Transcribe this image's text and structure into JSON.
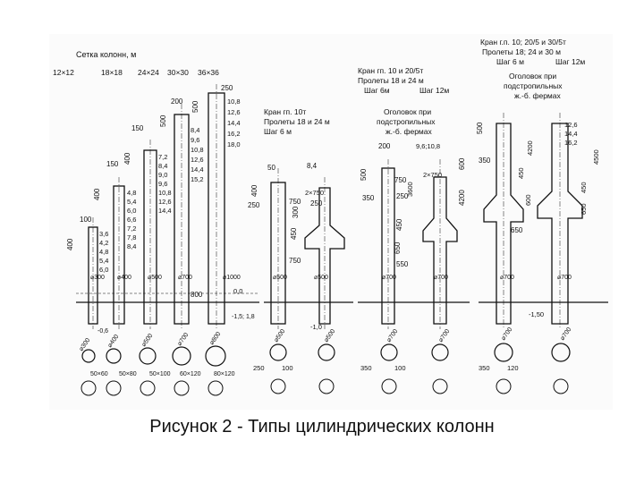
{
  "caption": "Рисунок 2 - Типы цилиндрических колонн",
  "left_panel": {
    "grid_title": "Сетка колонн, м",
    "grids": [
      "12×12",
      "18×18",
      "24×24",
      "30×30",
      "36×36"
    ],
    "col1": {
      "top": "100",
      "head": "400",
      "heights": [
        "3,6",
        "4,2",
        "4,8",
        "5,4",
        "6,0"
      ],
      "dia": "⌀300"
    },
    "col2": {
      "top": "150",
      "head": "400",
      "heights": [
        "4,8",
        "5,4",
        "6,0",
        "6,6",
        "7,2",
        "7,8",
        "8,4"
      ],
      "dia": "⌀400"
    },
    "col3": {
      "top": "150",
      "head": "400",
      "heights": [
        "7,2",
        "8,4",
        "9,0",
        "9,6",
        "10,8",
        "12,6",
        "14,4"
      ],
      "dia": "⌀500"
    },
    "col4": {
      "top": "200",
      "head": "500",
      "heights": [
        "8,4",
        "9,6",
        "10,8",
        "12,6",
        "14,4",
        "15,2"
      ],
      "dia": "⌀700"
    },
    "col5": {
      "top": "250",
      "head": "500",
      "heights": [
        "10,8",
        "12,6",
        "14,4",
        "16,2",
        "18,0"
      ],
      "dia": "⌀1000"
    },
    "levels": [
      "0,0",
      "-0,6",
      "-1,5; 1,8"
    ],
    "dim_800": "800",
    "plan_labels": [
      "⌀300",
      "⌀400",
      "⌀500",
      "⌀700",
      "⌀800"
    ],
    "foot_labels": [
      "50×60",
      "50×80",
      "50×100",
      "60×120",
      "80×120"
    ]
  },
  "mid_panel": {
    "title": [
      "Кран гп. 10т",
      "Пролеты 18 и 24 м",
      "Шаг 6 м"
    ],
    "dims": [
      "50",
      "8,4",
      "400",
      "250",
      "750",
      "2×750",
      "250",
      "450",
      "750",
      "300"
    ],
    "dia": "⌀500",
    "level": "-1,0",
    "plan_labels": [
      "⌀500",
      "⌀500"
    ],
    "foot_labels": [
      "250",
      "100"
    ]
  },
  "right_a": {
    "title": [
      "Кран гп. 10 и 20/5т",
      "Пролеты 18 и 24 м",
      "Шаг 6м",
      "Шаг 12м"
    ],
    "sub": [
      "Оголовок при",
      "подстропильных",
      "ж.-б. фермах"
    ],
    "dims": [
      "200",
      "9,6;10,8",
      "500",
      "350",
      "750",
      "2×750",
      "250",
      "450",
      "650",
      "550",
      "4200",
      "600",
      "3600"
    ],
    "dia": "⌀700",
    "plan_labels": [
      "⌀700",
      "⌀700"
    ],
    "foot_labels": [
      "350",
      "100"
    ]
  },
  "right_b": {
    "title": [
      "Кран г.п. 10; 20/5 и 30/5т",
      "Пролеты 18; 24 и 30 м",
      "Шаг 6 м",
      "Шаг 12м"
    ],
    "sub": [
      "Оголовок при",
      "подстропильных",
      "ж.-б. фермах"
    ],
    "dims": [
      "500",
      "12,6",
      "14,4",
      "16,2",
      "350",
      "4200",
      "450",
      "600",
      "650",
      "450",
      "650",
      "4500"
    ],
    "dia": "⌀700",
    "level": "-1,50",
    "plan_labels": [
      "⌀700",
      "⌀700"
    ],
    "foot_labels": [
      "350",
      "120"
    ]
  }
}
